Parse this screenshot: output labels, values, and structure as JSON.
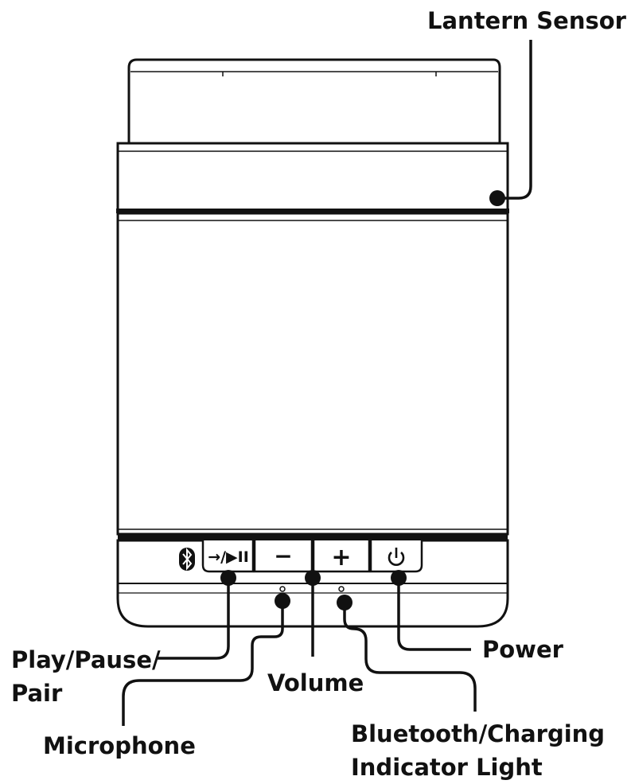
{
  "labels": {
    "lantern_sensor": "Lantern Sensor",
    "play_pause_pair_line1": "Play/Pause/",
    "play_pause_pair_line2": "Pair",
    "microphone": "Microphone",
    "volume": "Volume",
    "power": "Power",
    "indicator_line1": "Bluetooth/Charging",
    "indicator_line2": "Indicator Light"
  },
  "buttons": {
    "play_pause": "→/▶II",
    "volume_down": "−",
    "volume_up": "+"
  },
  "icons": {
    "bluetooth": "bluetooth-icon",
    "power": "power-icon"
  }
}
